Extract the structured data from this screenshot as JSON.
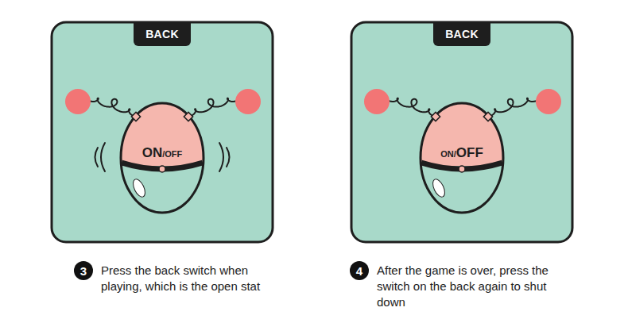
{
  "diagram": {
    "nodes": [
      {
        "text": [
          "BACK"
        ]
      },
      {
        "text": [
          "ON",
          "/OFF"
        ]
      },
      {
        "text": [
          "BACK"
        ]
      },
      {
        "text": [
          "ON/",
          "OFF"
        ]
      },
      {
        "text": [
          "3"
        ]
      },
      {
        "text": [
          "4"
        ]
      }
    ],
    "labels": [
      "Press the back switch when playing, which is the open stat",
      "After the game is over, press the switch on the back again to shut down"
    ]
  }
}
